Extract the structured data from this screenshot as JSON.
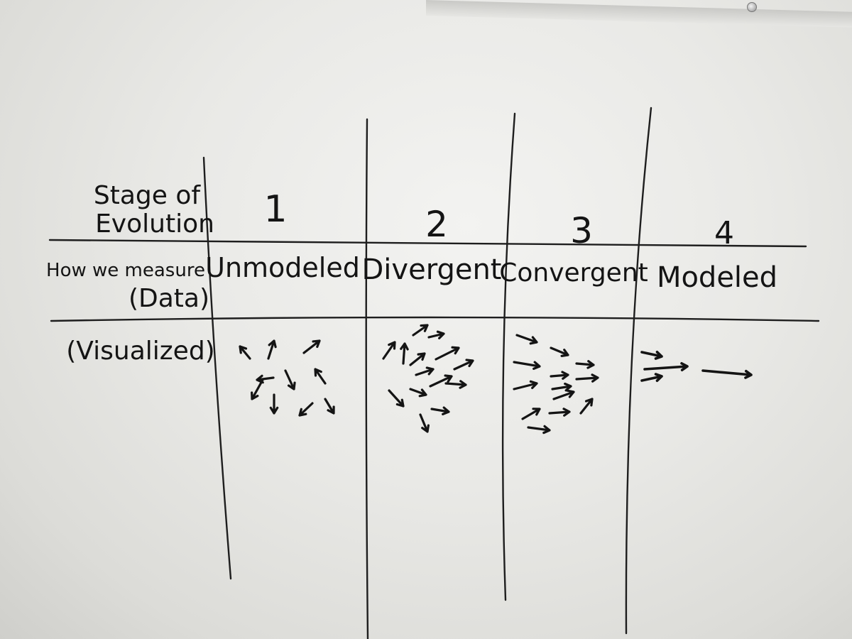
{
  "whiteboard": {
    "row_labels": {
      "stage": [
        "Stage of",
        "Evolution"
      ],
      "measure": [
        "How we measure",
        "(Data)"
      ],
      "visualized": "(Visualized)"
    },
    "columns": [
      {
        "number": "1",
        "name": "Unmodeled"
      },
      {
        "number": "2",
        "name": "Divergent"
      },
      {
        "number": "3",
        "name": "Convergent"
      },
      {
        "number": "4",
        "name": "Modeled"
      }
    ]
  },
  "colors": {
    "marker": "#141414",
    "board": "#eeeeeb"
  }
}
